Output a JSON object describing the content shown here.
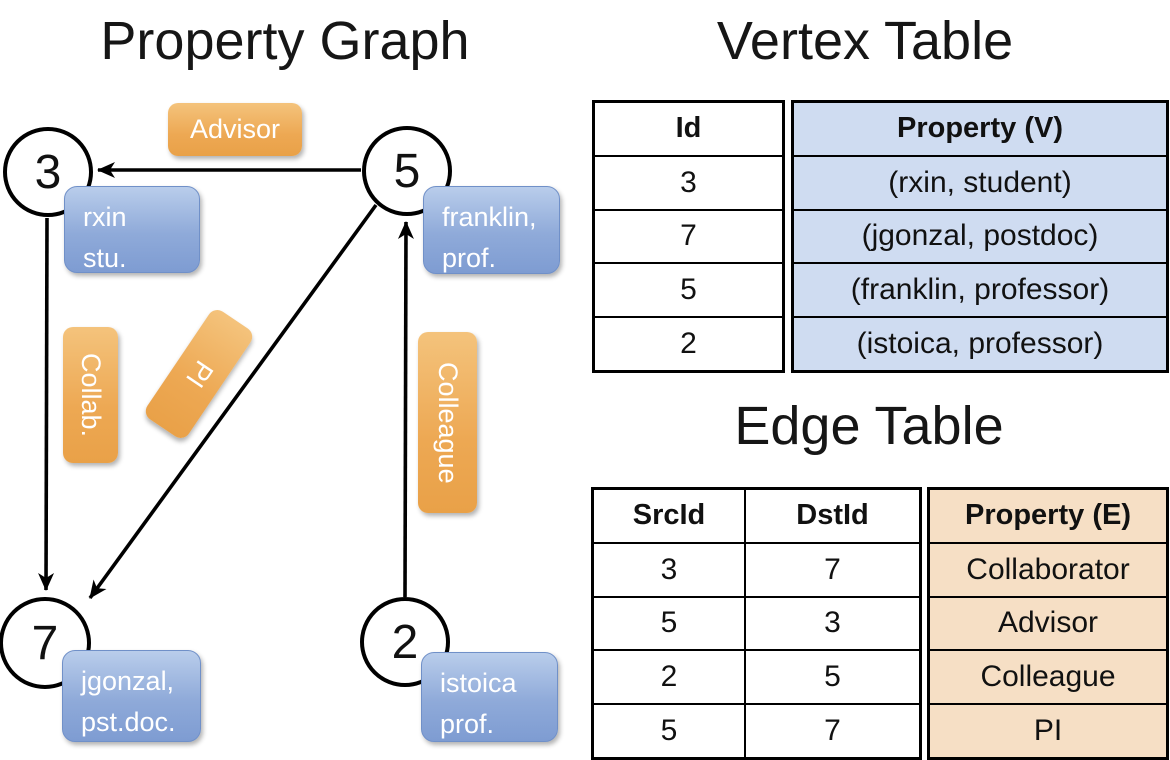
{
  "graph": {
    "title": "Property Graph",
    "nodes": [
      {
        "id": "3",
        "label_line1": "rxin",
        "label_line2": "stu."
      },
      {
        "id": "5",
        "label_line1": "franklin,",
        "label_line2": "prof."
      },
      {
        "id": "7",
        "label_line1": "jgonzal,",
        "label_line2": "pst.doc."
      },
      {
        "id": "2",
        "label_line1": "istoica",
        "label_line2": "prof."
      }
    ],
    "edge_labels": {
      "advisor": "Advisor",
      "collab": "Collab.",
      "pi": "PI",
      "colleague": "Colleague"
    }
  },
  "vertex_table": {
    "title": "Vertex Table",
    "columns": {
      "id": "Id",
      "property": "Property (V)"
    },
    "rows": [
      {
        "id": "3",
        "property": "(rxin, student)"
      },
      {
        "id": "7",
        "property": "(jgonzal, postdoc)"
      },
      {
        "id": "5",
        "property": "(franklin, professor)"
      },
      {
        "id": "2",
        "property": "(istoica, professor)"
      }
    ]
  },
  "edge_table": {
    "title": "Edge Table",
    "columns": {
      "src": "SrcId",
      "dst": "DstId",
      "property": "Property (E)"
    },
    "rows": [
      {
        "src": "3",
        "dst": "7",
        "property": "Collaborator"
      },
      {
        "src": "5",
        "dst": "3",
        "property": "Advisor"
      },
      {
        "src": "2",
        "dst": "5",
        "property": "Colleague"
      },
      {
        "src": "5",
        "dst": "7",
        "property": "PI"
      }
    ]
  },
  "colors": {
    "edge_label_orange_top": "#f4c37c",
    "edge_label_orange_bottom": "#e9a148",
    "vertex_label_blue_top": "#b9cdeb",
    "vertex_label_blue_bottom": "#7e9cd2",
    "vertex_table_fill": "#cfdcf1",
    "edge_table_fill": "#f6dfc5",
    "line_color": "#000000",
    "node_fill": "#ffffff"
  }
}
